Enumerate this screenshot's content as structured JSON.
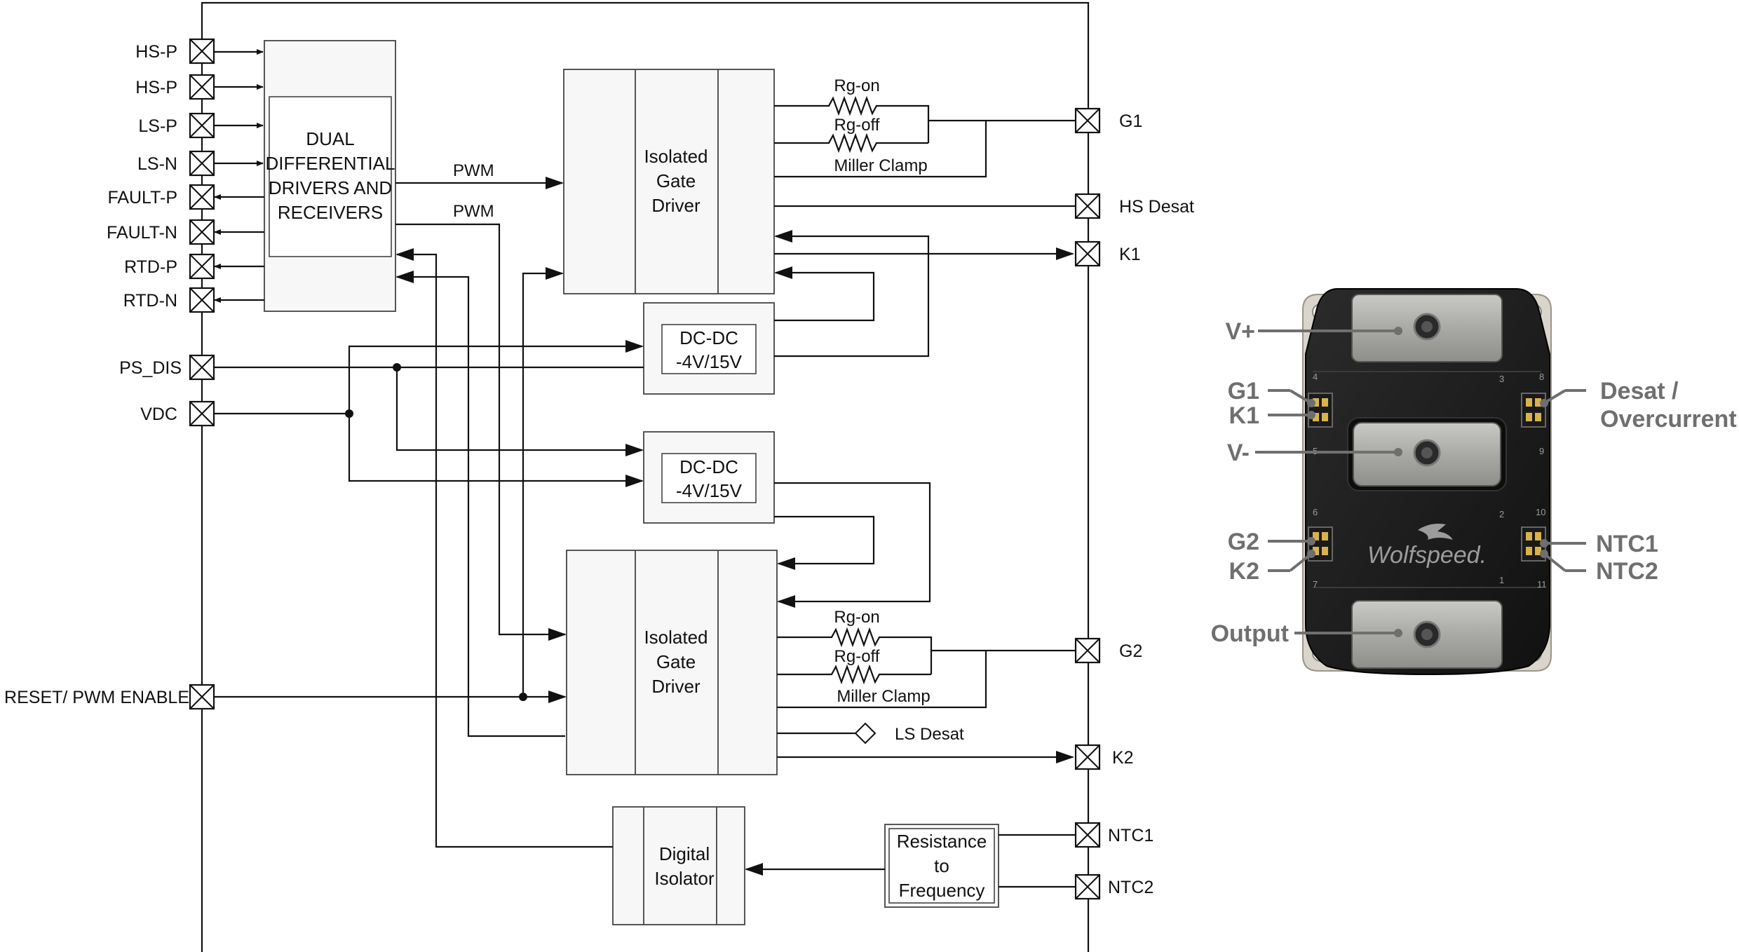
{
  "left_pins": {
    "hs_p_1": "HS-P",
    "hs_p_2": "HS-P",
    "ls_p": "LS-P",
    "ls_n": "LS-N",
    "fault_p": "FAULT-P",
    "fault_n": "FAULT-N",
    "rtd_p": "RTD-P",
    "rtd_n": "RTD-N",
    "ps_dis": "PS_DIS",
    "vdc": "VDC",
    "reset": "RESET/ PWM ENABLE"
  },
  "right_pins": {
    "g1": "G1",
    "hs_desat": "HS Desat",
    "k1": "K1",
    "g2": "G2",
    "k2": "K2",
    "ntc1": "NTC1",
    "ntc2": "NTC2"
  },
  "blocks": {
    "diff": [
      "DUAL",
      "DIFFERENTIAL",
      "DRIVERS AND",
      "RECEIVERS"
    ],
    "gate_top": [
      "Isolated",
      "Gate",
      "Driver"
    ],
    "gate_bottom": [
      "Isolated",
      "Gate",
      "Driver"
    ],
    "dcdc_top": [
      "DC-DC",
      "-4V/15V"
    ],
    "dcdc_bottom": [
      "DC-DC",
      "-4V/15V"
    ],
    "digital_isolator": [
      "Digital",
      "Isolator"
    ],
    "res_to_freq": [
      "Resistance",
      "to",
      "Frequency"
    ]
  },
  "signals": {
    "pwm_1": "PWM",
    "pwm_2": "PWM",
    "rg_on_top": "Rg-on",
    "rg_off_top": "Rg-off",
    "miller_top": "Miller Clamp",
    "rg_on_bottom": "Rg-on",
    "rg_off_bottom": "Rg-off",
    "miller_bottom": "Miller Clamp",
    "ls_desat": "LS Desat"
  },
  "module": {
    "brand": "Wolfspeed.",
    "left_labels": {
      "vplus": "V+",
      "g1": "G1",
      "k1": "K1",
      "vminus": "V-",
      "g2": "G2",
      "k2": "K2",
      "output": "Output"
    },
    "right_labels": {
      "desat_1": "Desat /",
      "desat_2": "Overcurrent",
      "ntc1": "NTC1",
      "ntc2": "NTC2"
    },
    "pin_numbers": [
      "4",
      "3",
      "8",
      "5",
      "9",
      "6",
      "2",
      "10",
      "7",
      "1",
      "11"
    ]
  }
}
